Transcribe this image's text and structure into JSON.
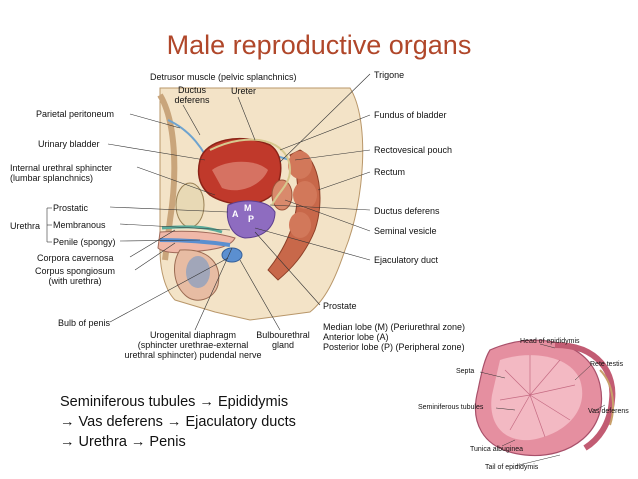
{
  "title": "Male reproductive organs",
  "labels_main": {
    "detrusor": "Detrusor muscle (pelvic splanchnics)",
    "ductus_deferens_top": "Ductus\ndeferens",
    "ureter": "Ureter",
    "trigone": "Trigone",
    "parietal_peritoneum": "Parietal peritoneum",
    "fundus_bladder": "Fundus of bladder",
    "urinary_bladder": "Urinary bladder",
    "rectovesical_pouch": "Rectovesical pouch",
    "internal_urethral_sphincter": "Internal urethral sphincter\n(lumbar splanchnics)",
    "rectum": "Rectum",
    "urethra": "Urethra",
    "prostatic": "Prostatic",
    "membranous": "Membranous",
    "penile": "Penile (spongy)",
    "ductus_deferens_right": "Ductus deferens",
    "seminal_vesicle": "Seminal vesicle",
    "corpora_cavernosa": "Corpora cavernosa",
    "corpus_spongiosum": "Corpus spongiosum\n(with urethra)",
    "ejaculatory_duct": "Ejaculatory duct",
    "prostate": "Prostate",
    "lobes": "Median lobe (M) (Periurethral zone)\nAnterior lobe (A)\nPosterior lobe (P) (Peripheral zone)",
    "bulb_of_penis": "Bulb of penis",
    "urogenital_diaphragm": "Urogenital diaphragm\n(sphincter urethrae-external\nurethral sphincter) pudendal nerve",
    "bulbourethral_gland": "Bulbourethral\ngland",
    "lobe_a": "A",
    "lobe_m": "M",
    "lobe_p": "P"
  },
  "sequence": {
    "line1": "Seminiferous tubules → Epididymis",
    "line2": "→ Vas deferens → Ejaculatory ducts",
    "line3": "→ Urethra → Penis"
  },
  "testis_labels": {
    "head_epididymis": "Head of epididymis",
    "septa": "Septa",
    "rete_testis": "Rete testis",
    "seminiferous_tubules": "Seminiferous tubules",
    "vas_deferens": "Vas deferens",
    "tunica_albuginea": "Tunica albuginea",
    "tail_epididymis": "Tail of epididymis"
  },
  "colors": {
    "title": "#b0472a",
    "bladder": "#c0392b",
    "prostate": "#8e6cc0",
    "spongiosum": "#5b8fd0",
    "rectum": "#c8684a",
    "testis": "#e58fa0"
  }
}
